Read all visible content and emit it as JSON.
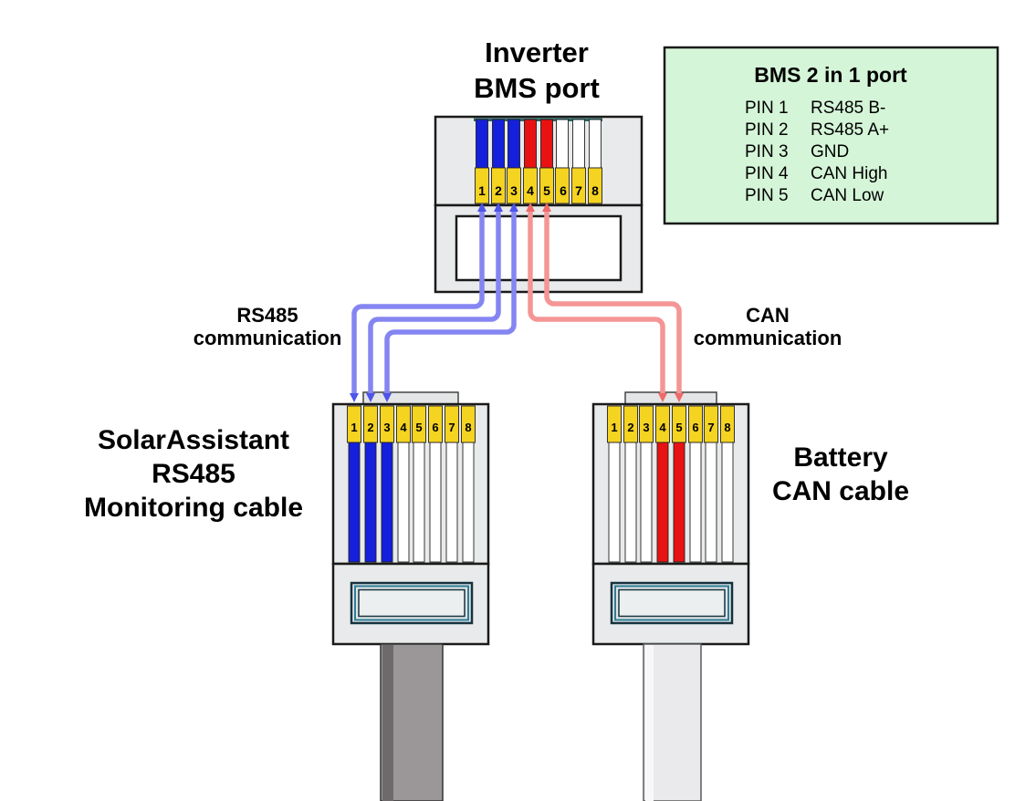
{
  "inverter": {
    "title": [
      "Inverter",
      "BMS port"
    ],
    "pins": [
      "1",
      "2",
      "3",
      "4",
      "5",
      "6",
      "7",
      "8"
    ],
    "pin_fills": [
      "#1420dc",
      "#1420dc",
      "#1420dc",
      "#e81212",
      "#e81212",
      "#ffffff",
      "#ffffff",
      "#ffffff"
    ]
  },
  "legend": {
    "title": "BMS 2 in 1 port",
    "bg": "#d5f5d8",
    "rows": [
      {
        "pin": "PIN 1",
        "signal": "RS485 B-"
      },
      {
        "pin": "PIN 2",
        "signal": "RS485 A+"
      },
      {
        "pin": "PIN 3",
        "signal": "GND"
      },
      {
        "pin": "PIN 4",
        "signal": "CAN High"
      },
      {
        "pin": "PIN 5",
        "signal": "CAN Low"
      }
    ]
  },
  "rs485_label": {
    "lines": [
      "RS485",
      "communication"
    ],
    "color": "#2626de"
  },
  "can_label": {
    "lines": [
      "CAN",
      "communication"
    ],
    "color": "#ee1111"
  },
  "left_connector": {
    "label": [
      "SolarAssistant",
      "RS485",
      "Monitoring cable"
    ],
    "pins": [
      "1",
      "2",
      "3",
      "4",
      "5",
      "6",
      "7",
      "8"
    ],
    "pin_fills": [
      "#1420dc",
      "#1420dc",
      "#1420dc",
      "#ffffff",
      "#ffffff",
      "#ffffff",
      "#ffffff",
      "#ffffff"
    ]
  },
  "right_connector": {
    "label": [
      "Battery",
      "CAN cable"
    ],
    "pins": [
      "1",
      "2",
      "3",
      "4",
      "5",
      "6",
      "7",
      "8"
    ],
    "pin_fills": [
      "#ffffff",
      "#ffffff",
      "#ffffff",
      "#e81212",
      "#e81212",
      "#ffffff",
      "#ffffff",
      "#ffffff"
    ]
  },
  "colors": {
    "pad_yellow": "#f5d321",
    "pin_blue": "#1420dc",
    "pin_red": "#e81212",
    "wire_blue": "#8585f2",
    "wire_red": "#f59595",
    "arrow_blue": "#4f54e8",
    "arrow_red": "#ef6a6a",
    "connector_body": "#e8eaeb",
    "slot_top_line": "#2a6868",
    "cable_left": "#9b9697",
    "cable_left_stripe": "#6e6a6b",
    "cable_right": "#eaeaec"
  }
}
